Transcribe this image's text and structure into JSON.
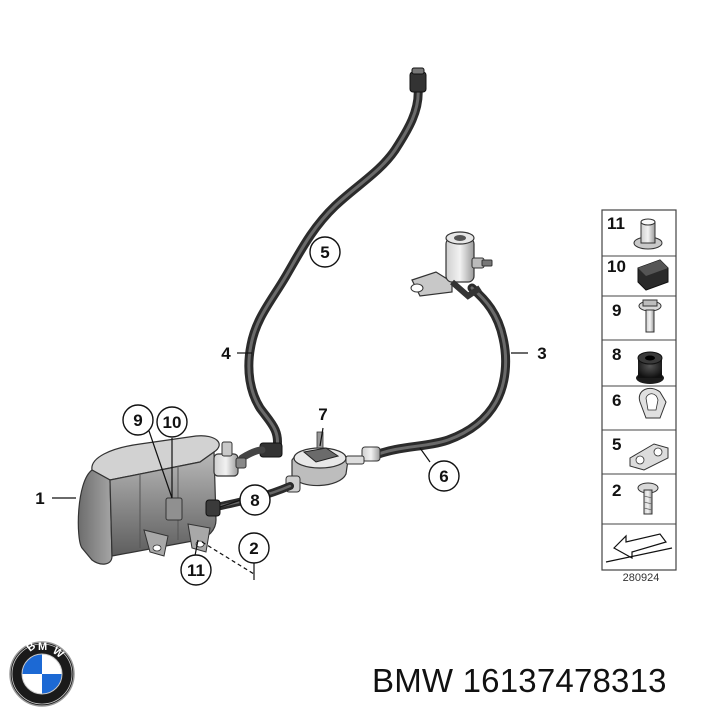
{
  "diagram": {
    "callouts": [
      {
        "id": "c1",
        "label": "1"
      },
      {
        "id": "c2",
        "label": "2"
      },
      {
        "id": "c3",
        "label": "3"
      },
      {
        "id": "c4",
        "label": "4"
      },
      {
        "id": "c5",
        "label": "5"
      },
      {
        "id": "c6",
        "label": "6"
      },
      {
        "id": "c7",
        "label": "7"
      },
      {
        "id": "c8",
        "label": "8"
      },
      {
        "id": "c9",
        "label": "9"
      },
      {
        "id": "c10",
        "label": "10"
      },
      {
        "id": "c11",
        "label": "11"
      }
    ],
    "legend": {
      "rows": [
        {
          "label": "11",
          "icon": "collar-bush-icon"
        },
        {
          "label": "10",
          "icon": "rubber-block-icon"
        },
        {
          "label": "9",
          "icon": "flange-screw-icon"
        },
        {
          "label": "8",
          "icon": "grommet-icon"
        },
        {
          "label": "6",
          "icon": "hose-clip-icon"
        },
        {
          "label": "5",
          "icon": "double-clip-icon"
        },
        {
          "label": "2",
          "icon": "screw-icon"
        }
      ],
      "ref_code": "280924"
    }
  },
  "caption": {
    "brand": "BMW",
    "part_number": "16137478313"
  },
  "logo": {
    "letters": "BMW",
    "colors": {
      "ring": "#1a1a1a",
      "blue": "#1c69d4",
      "white": "#ffffff"
    }
  }
}
